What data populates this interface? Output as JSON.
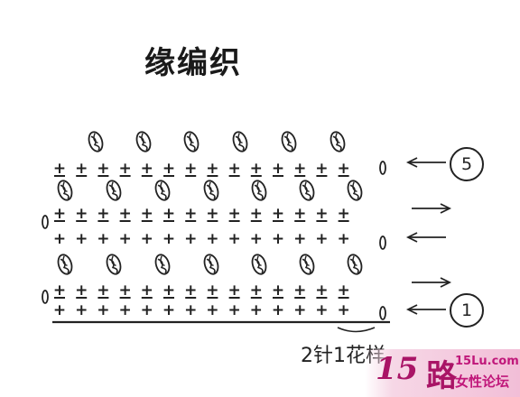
{
  "title": "缘编织",
  "row_start_label": "1",
  "row_end_label": "5",
  "bottom_label": "2针1花样",
  "stitch_symbols": {
    "single_crochet": "+",
    "chain": "oval",
    "cluster": "leaf-shape",
    "direction": "arrow"
  },
  "rows": [
    {
      "row": 1,
      "stitch": "single_crochet",
      "direction": "left",
      "turning_chain": "right"
    },
    {
      "row": 2,
      "stitch": "single_crochet",
      "direction": "right",
      "turning_chain": "left",
      "cluster_row": true
    },
    {
      "row": 3,
      "stitch": "single_crochet",
      "direction": "left",
      "turning_chain": "right"
    },
    {
      "row": 4,
      "stitch": "single_crochet",
      "direction": "right",
      "turning_chain": "left",
      "cluster_row": true
    },
    {
      "row": 5,
      "stitch": "single_crochet",
      "direction": "left",
      "turning_chain": "right",
      "cluster_row": true
    }
  ],
  "watermark": {
    "number": "15",
    "char": "路",
    "site": "15Lu.com",
    "forum": "女性论坛",
    "color": "#a91466"
  }
}
